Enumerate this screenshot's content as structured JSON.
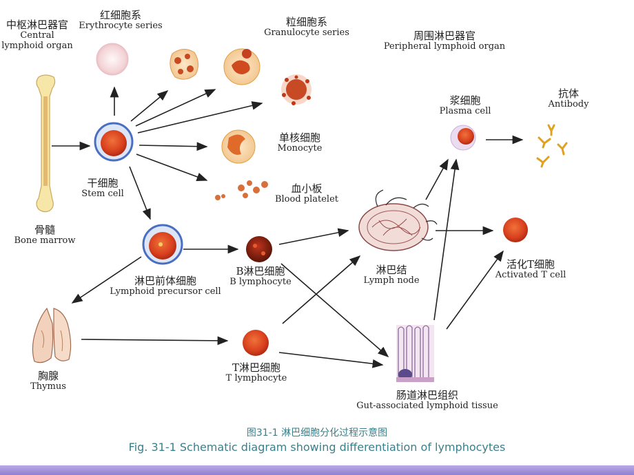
{
  "labels": {
    "central_organ_zh": "中枢淋巴器官",
    "central_organ_en1": "Central",
    "central_organ_en2": "lymphoid organ",
    "erythrocyte_zh": "红细胞系",
    "erythrocyte_en": "Erythrocyte series",
    "granulocyte_zh": "粒细胞系",
    "granulocyte_en": "Granulocyte series",
    "peripheral_zh": "周围淋巴器官",
    "peripheral_en": "Peripheral lymphoid organ",
    "plasma_zh": "浆细胞",
    "plasma_en": "Plasma cell",
    "antibody_zh": "抗体",
    "antibody_en": "Antibody",
    "monocyte_zh": "单核细胞",
    "monocyte_en": "Monocyte",
    "platelet_zh": "血小板",
    "platelet_en": "Blood platelet",
    "stem_zh": "干细胞",
    "stem_en": "Stem cell",
    "marrow_zh": "骨髓",
    "marrow_en": "Bone marrow",
    "precursor_zh": "淋巴前体细胞",
    "precursor_en": "Lymphoid precursor cell",
    "b_zh": "B淋巴细胞",
    "b_en": "B lymphocyte",
    "node_zh": "淋巴结",
    "node_en": "Lymph node",
    "activated_zh": "活化T细胞",
    "activated_en": "Activated T cell",
    "thymus_zh": "胸腺",
    "thymus_en": "Thymus",
    "t_zh": "T淋巴细胞",
    "t_en": "T lymphocyte",
    "galt_zh": "肠道淋巴组织",
    "galt_en": "Gut-associated lymphoid tissue"
  },
  "caption": {
    "zh": "图31-1  淋巴细胞分化过程示意图",
    "en": "Fig. 31-1  Schematic diagram showing differentiation of lymphocytes"
  },
  "colors": {
    "arrow": "#222222",
    "caption": "#3a7f8a",
    "cell_red": "#d8401e",
    "cell_ring": "#4a6fc0"
  }
}
